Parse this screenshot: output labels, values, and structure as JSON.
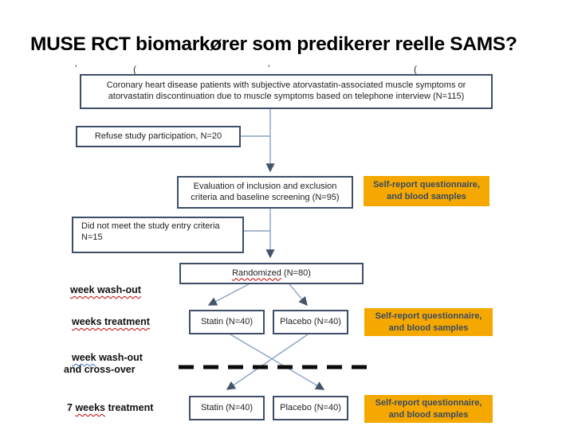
{
  "slide": {
    "title": "MUSE RCT biomarkører som predikerer reelle SAMS?"
  },
  "colors": {
    "gold_fill": "#F4A800",
    "box_border": "#3F4E68",
    "connector_line": "#8CA3C4",
    "arrowhead": "#44546A",
    "dashed_line": "#0A0A0A",
    "spellcheck_red": "#C00000",
    "spellcheck_blue": "#4472C4"
  },
  "flowchart": {
    "enrollment": "Coronary heart disease patients with subjective atorvastatin-associated muscle symptoms or atorvastatin discontinuation due to muscle symptoms based on telephone interview (N=115)",
    "refuse": "Refuse study participation, N=20",
    "evaluation": "Evaluation of inclusion and exclusion criteria and baseline screening (N=95)",
    "did_not_meet_line1": "Did not meet the study entry criteria",
    "did_not_meet_line2": "N=15",
    "randomized_word": "Randomized",
    "randomized_rest": " (N=80)",
    "statin": "Statin (N=40)",
    "placebo": "Placebo (N=40)",
    "selfreport_line1": "Self-report questionnaire,",
    "selfreport_line2": "and blood samples"
  },
  "labels": {
    "washout1": "week wash-out",
    "treatment1": "weeks treatment",
    "washout2_word": "week",
    "washout2_rest": " wash-out",
    "crossover": "and cross-over",
    "treatment2_pre": "7 ",
    "treatment2_wavy": "weeks",
    "treatment2_post": " treatment"
  },
  "artifacts": {
    "a1": "ʻ",
    "a2": "(",
    "a3": "ʻ",
    "a4": "("
  }
}
